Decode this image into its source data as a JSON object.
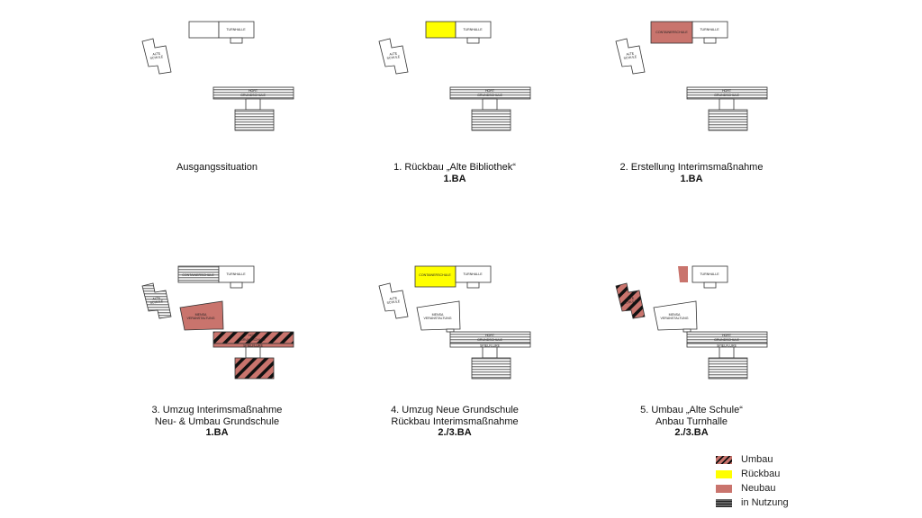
{
  "colors": {
    "umbau": "#c9746d",
    "rueckbau": "#ffff00",
    "neubau": "#c9746d",
    "in_nutzung": "#444444"
  },
  "labels": {
    "alte_schule": "ALTE SCHULE",
    "turnhalle": "TURNHALLE",
    "hort": "HORT",
    "grundschule": "GRUNDSCHULE",
    "containerschule": "CONTAINERSCHULE",
    "mensa": "MENSA",
    "veranstaltung": "VERANSTALTUNG",
    "spielflur": "SPIELFLURE"
  },
  "panels": [
    {
      "lines": [
        "Ausgangssituation"
      ],
      "ba": "",
      "state": {
        "alte": "white",
        "oldlib": "white",
        "turn": "white",
        "hort": "grey",
        "gs": "grey"
      }
    },
    {
      "lines": [
        "1. Rückbau „Alte Bibliothek“"
      ],
      "ba": "1.BA",
      "state": {
        "alte": "white",
        "oldlib": "yellow",
        "turn": "white",
        "hort": "grey",
        "gs": "grey"
      }
    },
    {
      "lines": [
        "2. Erstellung Interimsmaßnahme"
      ],
      "ba": "1.BA",
      "state": {
        "alte": "white",
        "container": "pink",
        "turn": "white",
        "hort": "grey",
        "gs": "grey"
      }
    },
    {
      "lines": [
        "3. Umzug Interimsmaßnahme",
        "Neu- & Umbau Grundschule"
      ],
      "ba": "1.BA",
      "state": {
        "alte": "grey",
        "container2": "grey",
        "turn": "white",
        "mensa": "pink",
        "hort": "hatch",
        "flur": "pink",
        "gs": "hatch"
      }
    },
    {
      "lines": [
        "4. Umzug Neue Grundschule",
        "Rückbau Interimsmaßnahme"
      ],
      "ba": "2./3.BA",
      "state": {
        "alte": "white",
        "container2": "yellow",
        "turn": "white",
        "mensa": "white",
        "hort": "grey",
        "flur": "white",
        "gs": "grey"
      }
    },
    {
      "lines": [
        "5. Umbau „Alte Schule“",
        "Anbau Turnhalle"
      ],
      "ba": "2./3.BA",
      "state": {
        "alte": "hatch",
        "anbau": "pink",
        "turn": "white",
        "mensa": "white",
        "hort": "grey",
        "flur": "white",
        "gs": "grey"
      }
    }
  ],
  "legend": [
    {
      "label": "Umbau",
      "type": "hatch"
    },
    {
      "label": "Rückbau",
      "type": "yellow"
    },
    {
      "label": "Neubau",
      "type": "pink"
    },
    {
      "label": "in Nutzung",
      "type": "dark"
    }
  ]
}
